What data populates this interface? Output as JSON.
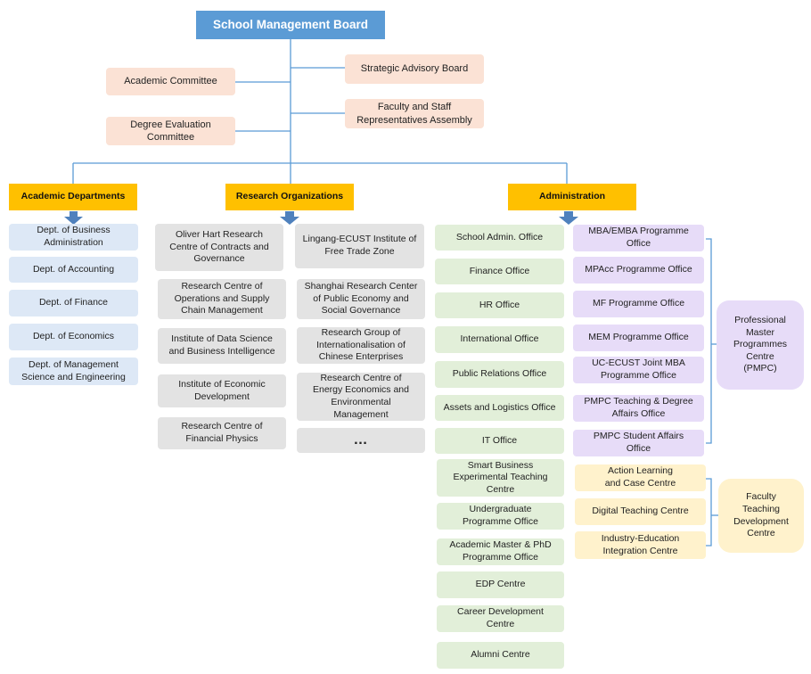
{
  "board": "School Management Board",
  "committees": {
    "academic": "Academic Committee",
    "strategic": "Strategic Advisory Board",
    "faculty_staff": "Faculty and Staff\nRepresentatives Assembly",
    "degree_eval": "Degree Evaluation\nCommittee"
  },
  "branches": {
    "academic": "Academic Departments",
    "research": "Research Organizations",
    "admin": "Administration"
  },
  "departments": [
    "Dept. of Business\nAdministration",
    "Dept. of Accounting",
    "Dept. of Finance",
    "Dept. of Economics",
    "Dept. of Management\nScience and Engineering"
  ],
  "research_left": [
    "Oliver Hart Research\nCentre of Contracts and\nGovernance",
    "Research Centre of\nOperations and Supply\nChain Management",
    "Institute of Data Science\nand Business Intelligence",
    "Institute of Economic\nDevelopment",
    "Research Centre of\nFinancial Physics"
  ],
  "research_right": [
    "Lingang-ECUST Institute of\nFree Trade Zone",
    "Shanghai Research Center\nof Public Economy and\nSocial Governance",
    "Research Group of\nInternationalisation of\nChinese Enterprises",
    "Research Centre of\nEnergy Economics and\nEnvironmental\nManagement",
    "…"
  ],
  "admin_offices": [
    "School Admin. Office",
    "Finance Office",
    "HR Office",
    "International Office",
    "Public Relations Office",
    "Assets and Logistics Office",
    "IT Office",
    "Smart Business\nExperimental Teaching\nCentre",
    "Undergraduate\nProgramme Office",
    "Academic Master & PhD\nProgramme Office",
    "EDP Centre",
    "Career Development\nCentre",
    "Alumni Centre"
  ],
  "programme_offices": [
    "MBA/EMBA Programme\nOffice",
    "MPAcc Programme Office",
    "MF Programme Office",
    "MEM Programme Office",
    "UC-ECUST Joint MBA\nProgramme Office",
    "PMPC Teaching & Degree\nAffairs Office",
    "PMPC Student Affairs\nOffice"
  ],
  "pmpc_group": "Professional\nMaster\nProgrammes\nCentre\n(PMPC)",
  "teaching_centres": [
    "Action Learning\nand Case Centre",
    "Digital Teaching Centre",
    "Industry-Education\nIntegration Centre"
  ],
  "ftdc_group": "Faculty\nTeaching\nDevelopment\nCentre",
  "colors": {
    "board": "#5b9bd5",
    "branch": "#ffc000",
    "line": "#5b9bd5",
    "arrow": "#4f81bd"
  }
}
